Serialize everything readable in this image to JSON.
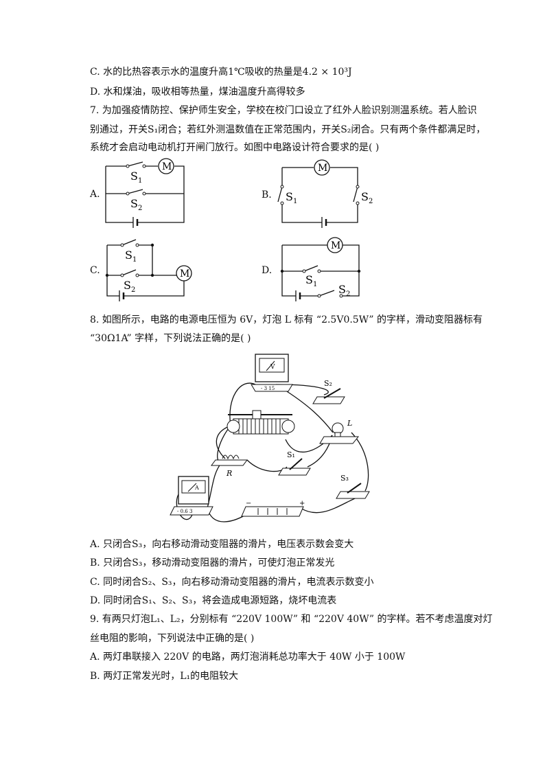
{
  "q6": {
    "optC": "C. 水的比热容表示水的温度升高1℃吸收的热量是4.2 × 10³J",
    "optD": "D. 水和煤油，吸收相等热量，煤油温度升高得较多"
  },
  "q7": {
    "line1": "7.   为加强疫情防控、保护师生安全，学校在校门口设立了红外人脸识别测温系统。若人脸识",
    "line2": "别通过，开关S₁闭合；若红外测温数值在正常范围内，开关S₂闭合。只有两个条件都满足时，",
    "line3": "系统才会启动电动机打开闸门放行。如图中电路设计符合要求的是(    )",
    "labels": {
      "a": "A.",
      "b": "B.",
      "c": "C.",
      "d": "D."
    },
    "motor": "M",
    "s1": "S",
    "s1sub": "1",
    "s2": "S",
    "s2sub": "2"
  },
  "q8": {
    "line1": "8.   如图所示，电路的电源电压恒为 6V，灯泡 L 标有 “2.5V0.5W” 的字样，滑动变阻器标有",
    "line2": "“30Ω1A” 字样，下列说法正确的是(    )",
    "fig": {
      "voltmeter": "V",
      "ammeter": "A",
      "lamp": "L",
      "rheostat": "R",
      "s1": "S₁",
      "s2": "S₂",
      "s3": "S₃",
      "vm_terms": "- 3 15",
      "am_terms": "- 0.6 3",
      "minus": "−",
      "plus": "+"
    },
    "optA": "A.  只闭合S₃，向右移动滑动变阻器的滑片，电压表示数会变大",
    "optB": "B.  只闭合S₃，移动滑动变阻器的滑片，可使灯泡正常发光",
    "optC": "C.  同时闭合S₂、S₃，向右移动滑动变阻器的滑片，电流表示数变小",
    "optD": "D.  同时闭合S₁、S₂、S₃，将会造成电源短路，烧坏电流表"
  },
  "q9": {
    "line1": "9.   有两只灯泡L₁、L₂，分别标有 “220V 100W” 和 “220V 40W” 的字样。若不考虑温度对灯",
    "line2": "丝电阻的影响，下列说法中正确的是(    )",
    "optA": "A.  两灯串联接入 220V 的电路，两灯泡消耗总功率大于 40W 小于 100W",
    "optB": "B.  两灯正常发光时，L₁的电阻较大"
  }
}
